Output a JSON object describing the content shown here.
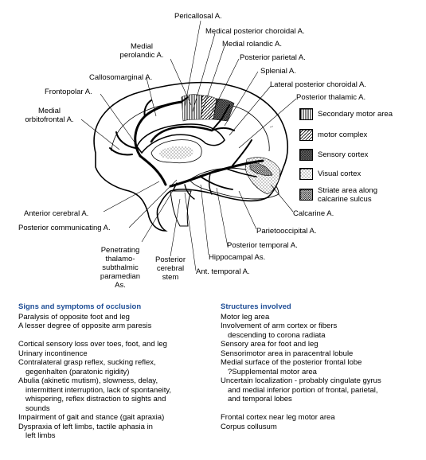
{
  "labels": {
    "pericallosal": "Pericallosal A.",
    "med_post_choroidal": "Medical posterior choroidal A.",
    "medial_rolandic": "Medial rolandic A.",
    "medial_perolandic_1": "Medial",
    "medial_perolandic_2": "perolandic A.",
    "posterior_parietal": "Posterior parietal A.",
    "splenial": "Splenial A.",
    "callosomarginal": "Callosomarginal A.",
    "lateral_post_choroidal": "Lateral posterior choroidal A.",
    "frontopolar": "Frontopolar A.",
    "posterior_thalamic": "Posterior thalamic A.",
    "medial_orbitofrontal_1": "Medial",
    "medial_orbitofrontal_2": "orbitofrontal A.",
    "anterior_cerebral": "Anterior cerebral A.",
    "posterior_communicating": "Posterior communicating A.",
    "calcarine": "Calcarine A.",
    "parietooccipital": "Parietooccipital A.",
    "posterior_temporal": "Posterior temporal A.",
    "hippocampal": "Hippocampal As.",
    "ant_temporal": "Ant. temporal A.",
    "penetrating_1": "Penetrating",
    "penetrating_2": "thalamo-",
    "penetrating_3": "subthalmic",
    "penetrating_4": "paramedian",
    "penetrating_5": "As.",
    "posterior_cerebral_stem_1": "Posterior",
    "posterior_cerebral_stem_2": "cerebral",
    "posterior_cerebral_stem_3": "stem"
  },
  "legend": [
    {
      "label": "Secondary motor area",
      "pattern": "vertical-lines"
    },
    {
      "label": "motor complex",
      "pattern": "diagonal-lines"
    },
    {
      "label": "Sensory cortex",
      "pattern": "dark-crosshatch"
    },
    {
      "label": "Visual cortex",
      "pattern": "dots"
    },
    {
      "label": "Striate area along",
      "label2": "calcarine sulcus",
      "pattern": "dense-diagonal"
    }
  ],
  "table": {
    "col1_header": "Signs and symptoms of occlusion",
    "col2_header": "Structures involved",
    "col1_lines": [
      {
        "text": "Paralysis of opposite foot and leg",
        "indent": false
      },
      {
        "text": "A lesser degree of opposite arm paresis",
        "indent": false
      },
      {
        "text": "",
        "indent": false
      },
      {
        "text": "Cortical sensory loss over toes, foot, and leg",
        "indent": false
      },
      {
        "text": "Urinary incontinence",
        "indent": false
      },
      {
        "text": "Contralateral grasp reflex, sucking reflex,",
        "indent": false
      },
      {
        "text": "gegenhalten (paratonic rigidity)",
        "indent": true
      },
      {
        "text": "Abulia (akinetic mutism), slowness, delay,",
        "indent": false
      },
      {
        "text": "intermittent interruption, lack of spontaneity,",
        "indent": true
      },
      {
        "text": "whispering, reflex distraction to sights and",
        "indent": true
      },
      {
        "text": "sounds",
        "indent": true
      },
      {
        "text": "Impairment of gait and stance (gait apraxia)",
        "indent": false
      },
      {
        "text": "Dyspraxia of left limbs, tactile aphasia in",
        "indent": false
      },
      {
        "text": "left limbs",
        "indent": true
      }
    ],
    "col2_lines": [
      {
        "text": "Motor leg area",
        "indent": false
      },
      {
        "text": "Involvement of arm cortex or fibers",
        "indent": false
      },
      {
        "text": "descending to corona radiata",
        "indent": true
      },
      {
        "text": "Sensory area for foot and leg",
        "indent": false
      },
      {
        "text": "Sensorimotor area in paracentral lobule",
        "indent": false
      },
      {
        "text": "Medial surface of the posterior frontal lobe",
        "indent": false
      },
      {
        "text": "?Supplemental motor area",
        "indent": true
      },
      {
        "text": "Uncertain localization - probably cingulate gyrus",
        "indent": false
      },
      {
        "text": "and medial inferior portion of frontal, parietal,",
        "indent": true
      },
      {
        "text": "and temporal lobes",
        "indent": true
      },
      {
        "text": "",
        "indent": false
      },
      {
        "text": "Frontal cortex near leg motor area",
        "indent": false
      },
      {
        "text": "Corpus collusum",
        "indent": false
      }
    ]
  },
  "colors": {
    "header": "#1f4e96",
    "ink": "#000000"
  }
}
